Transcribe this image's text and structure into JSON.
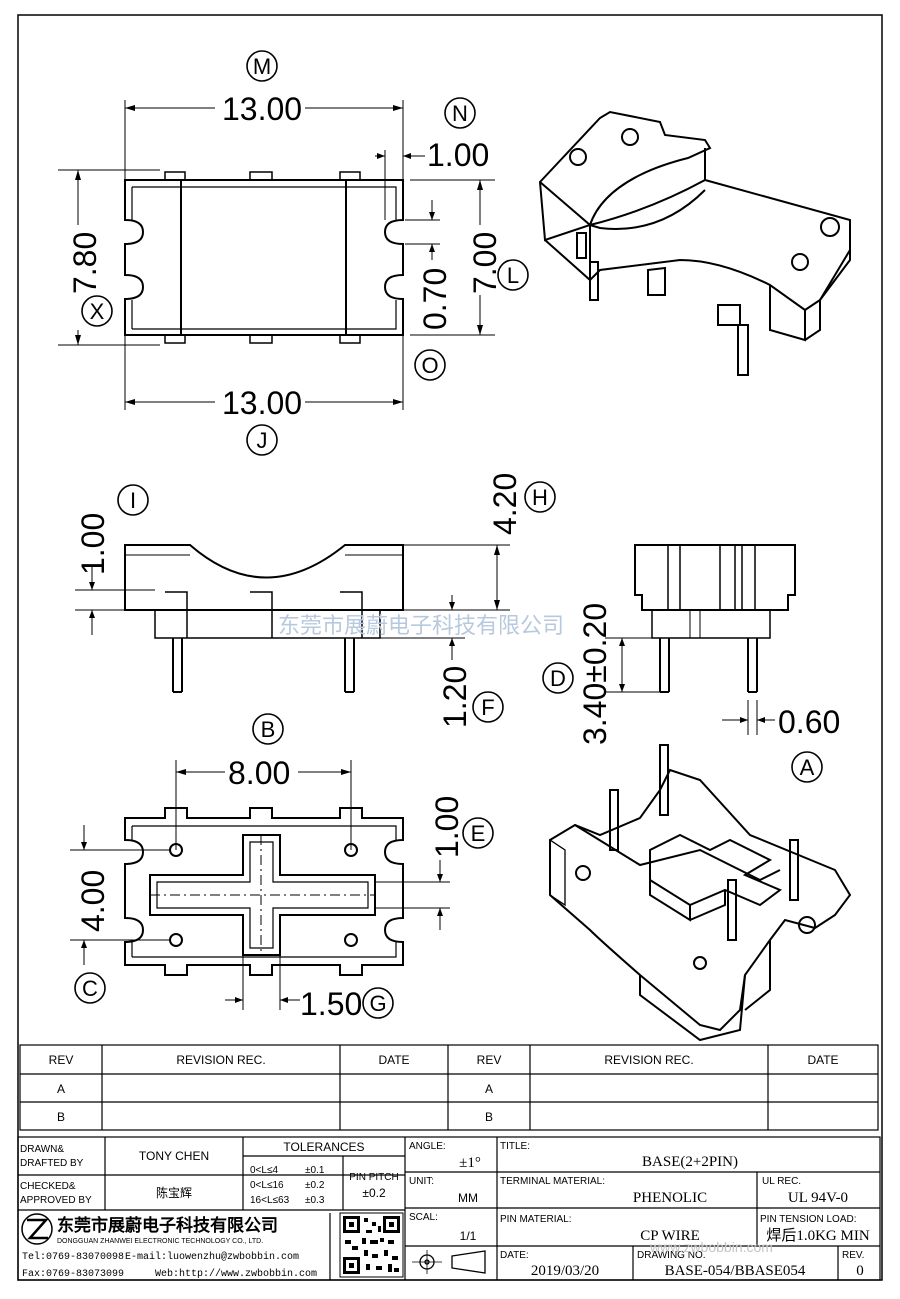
{
  "dims": {
    "m": "13.00",
    "n": "1.00",
    "x": "7.80",
    "l": "7.00",
    "o": "0.70",
    "j": "13.00",
    "i": "1.00",
    "h": "4.20",
    "f": "1.20",
    "d": "3.40±0.20",
    "a": "0.60",
    "b": "8.00",
    "e": "1.00",
    "c": "4.00",
    "g": "1.50"
  },
  "callouts": {
    "m": "M",
    "n": "N",
    "x": "X",
    "l": "L",
    "o": "O",
    "j": "J",
    "i": "I",
    "h": "H",
    "f": "F",
    "d": "D",
    "a": "A",
    "b": "B",
    "e": "E",
    "c": "C",
    "g": "G"
  },
  "watermark": "东莞市展蔚电子科技有限公司",
  "revision": {
    "headers": [
      "REV",
      "REVISION REC.",
      "DATE",
      "REV",
      "REVISION REC.",
      "DATE"
    ],
    "rows": [
      [
        "A",
        "",
        "",
        "A",
        "",
        ""
      ],
      [
        "B",
        "",
        "",
        "B",
        "",
        ""
      ]
    ]
  },
  "titleblock": {
    "drawn_label1": "DRAWN&",
    "drawn_label2": "DRAFTED BY",
    "drawn_value": "TONY CHEN",
    "checked_label1": "CHECKED&",
    "checked_label2": "APPROVED BY",
    "checked_value": "陈宝辉",
    "tolerances_label": "TOLERANCES",
    "tol_rows": [
      [
        "0<L≤4",
        "±0.1"
      ],
      [
        "0<L≤16",
        "±0.2"
      ],
      [
        "16<L≤63",
        "±0.3"
      ]
    ],
    "pin_pitch_label": "PIN PITCH",
    "pin_pitch_value": "±0.2",
    "angle_label": "ANGLE:",
    "angle_value": "±1°",
    "unit_label": "UNIT:",
    "unit_value": "MM",
    "scale_label": "SCAL:",
    "scale_value": "1/1",
    "title_label": "TITLE:",
    "title_value": "BASE(2+2PIN)",
    "terminal_label": "TERMINAL MATERIAL:",
    "terminal_value": "PHENOLIC",
    "ul_label": "UL REC.",
    "ul_value": "UL 94V-0",
    "pin_material_label": "PIN MATERIAL:",
    "pin_material_value": "CP WIRE",
    "tension_label": "PIN TENSION LOAD:",
    "tension_value": "焊后1.0KG MIN",
    "date_label": "DATE:",
    "date_value": "2019/03/20",
    "drawing_no_label": "DRAWING NO.",
    "drawing_no_value": "BASE-054/BBASE054",
    "rev_label": "REV.",
    "rev_value": "0",
    "company_cn": "东莞市展蔚电子科技有限公司",
    "company_en": "DONGGUAN ZHANWEI ELECTRONIC TECHNOLOGY CO., LTD.",
    "tel": "Tel:0769-83070098",
    "email": "E-mail:luowenzhu@zwbobbin.com",
    "fax": "Fax:0769-83073099",
    "web": "Web:http://www.zwbobbin.com",
    "web_watermark": "www.zwbobbin.com"
  }
}
